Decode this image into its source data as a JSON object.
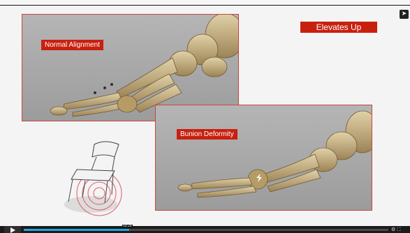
{
  "labels": {
    "normal": "Normal Alignment",
    "bunion": "Bunion Deformity",
    "elevates": "Elevates Up"
  },
  "player": {
    "progress_fraction": 0.29,
    "timestamp": "03:29"
  },
  "icons": {
    "share": "share-arrow-icon",
    "play": "play-icon",
    "settings": "gear-icon",
    "fullscreen": "fullscreen-icon"
  },
  "colors": {
    "label_bg": "#c8200f",
    "panel_border": "#c8453d",
    "progress": "#20a6e3",
    "bone": "#c9b48a"
  }
}
